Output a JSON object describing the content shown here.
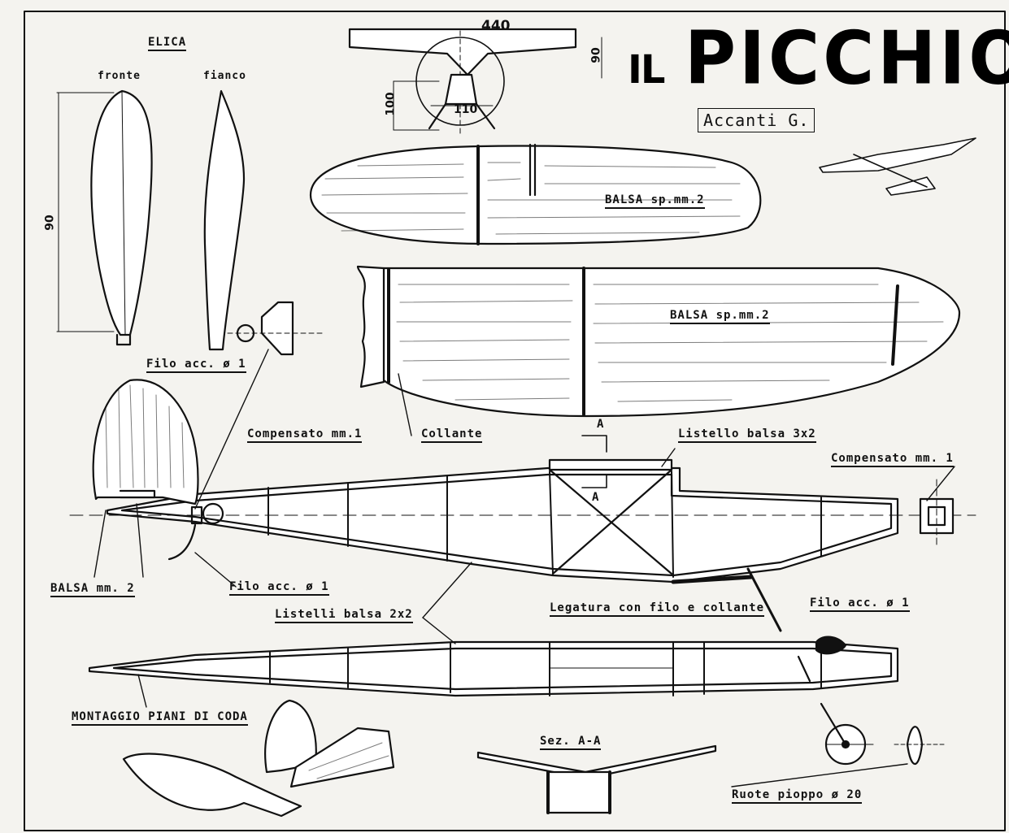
{
  "title": {
    "prefix": "IL",
    "name": "PICCHIO",
    "author": "Accanti G."
  },
  "labels": {
    "elica": "ELICA",
    "fronte": "fronte",
    "fianco": "fianco",
    "balsa_top": "BALSA sp.mm.2",
    "balsa_wing": "BALSA sp.mm.2",
    "filo_acc_top": "Filo acc. ø 1",
    "compensato_left": "Compensato mm.1",
    "collante": "Collante",
    "listello": "Listello balsa 3x2",
    "compensato_right": "Compensato mm. 1",
    "balsa_rudder": "BALSA mm. 2",
    "filo_acc_mid": "Filo acc. ø 1",
    "listelli": "Listelli balsa 2x2",
    "legatura": "Legatura con filo e collante",
    "filo_acc_right": "Filo acc. ø 1",
    "montaggio": "MONTAGGIO PIANI DI CODA",
    "sez": "Sez. A-A",
    "ruote": "Ruote pioppo ø 20",
    "section_a_top": "A",
    "section_a_bottom": "A"
  },
  "dimensions": {
    "span": "440",
    "height_right": "90",
    "height_left": "100",
    "wheel_span": "110",
    "prop_length": "90"
  },
  "colors": {
    "ink": "#111111",
    "paper": "#f4f3ef"
  }
}
